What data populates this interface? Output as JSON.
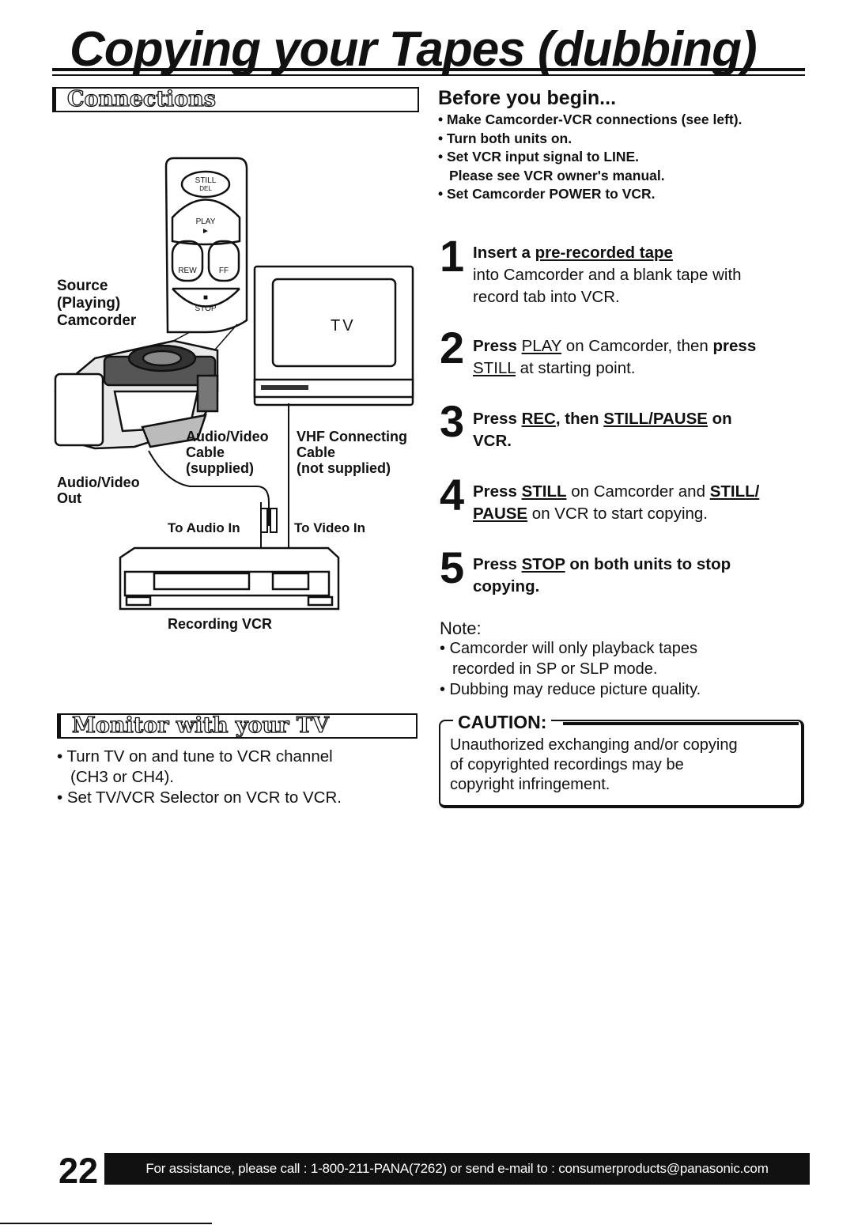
{
  "title": "Copying your Tapes (dubbing)",
  "connections": {
    "heading": "Connections"
  },
  "diagram": {
    "source": [
      "Source",
      "(Playing)",
      "Camcorder"
    ],
    "tv": "TV",
    "av_cable": [
      "Audio/Video",
      "Cable",
      "(supplied)"
    ],
    "vhf_cable": [
      "VHF Connecting",
      "Cable",
      "(not supplied)"
    ],
    "av_out": [
      "Audio/Video",
      "Out"
    ],
    "to_audio": "To Audio In",
    "to_video": "To Video In",
    "recording_vcr": "Recording VCR",
    "remote_buttons": {
      "still": "STILL",
      "del": "DEL",
      "play": "PLAY",
      "rew": "REW",
      "ff": "FF",
      "stop": "STOP"
    }
  },
  "before": {
    "heading": "Before you begin...",
    "items": [
      "• Make Camcorder-VCR connections (see left).",
      "• Turn both units on.",
      "• Set VCR input signal to LINE.",
      "Please see VCR owner's manual.",
      "• Set Camcorder POWER to VCR."
    ]
  },
  "steps": [
    {
      "num": "1",
      "a": "Insert a ",
      "b": "pre-recorded tape",
      "line2": "into Camcorder and a blank tape with",
      "line3": "record tab into VCR."
    },
    {
      "num": "2",
      "a": "Press ",
      "b": "PLAY",
      "c": " on Camcorder, then ",
      "d": "press",
      "e": "STILL",
      "f": " at starting point."
    },
    {
      "num": "3",
      "a": "Press ",
      "b": "REC",
      "c": ", then ",
      "d": "STILL/PAUSE",
      "e": " on",
      "f": "VCR."
    },
    {
      "num": "4",
      "a": "Press ",
      "b": "STILL",
      "c": " on Camcorder and ",
      "d": "STILL/",
      "e": "PAUSE",
      "f": " on VCR to start copying."
    },
    {
      "num": "5",
      "a": "Press ",
      "b": "STOP",
      "c": " on both units to stop",
      "d": "copying."
    }
  ],
  "note": {
    "heading": "Note:",
    "items": [
      "• Camcorder will only playback tapes",
      "recorded in SP or SLP mode.",
      "• Dubbing may reduce picture quality."
    ]
  },
  "caution": {
    "heading": "CAUTION:",
    "lines": [
      "Unauthorized exchanging and/or copying",
      "of copyrighted recordings may be",
      "copyright infringement."
    ]
  },
  "monitor": {
    "heading": "Monitor with your TV",
    "items": [
      "• Turn TV on and tune to VCR channel",
      "(CH3 or CH4).",
      "• Set TV/VCR Selector on VCR to VCR."
    ]
  },
  "footer": {
    "page_number": "22",
    "text": "For assistance, please call : 1-800-211-PANA(7262) or send e-mail to : consumerproducts@panasonic.com"
  }
}
